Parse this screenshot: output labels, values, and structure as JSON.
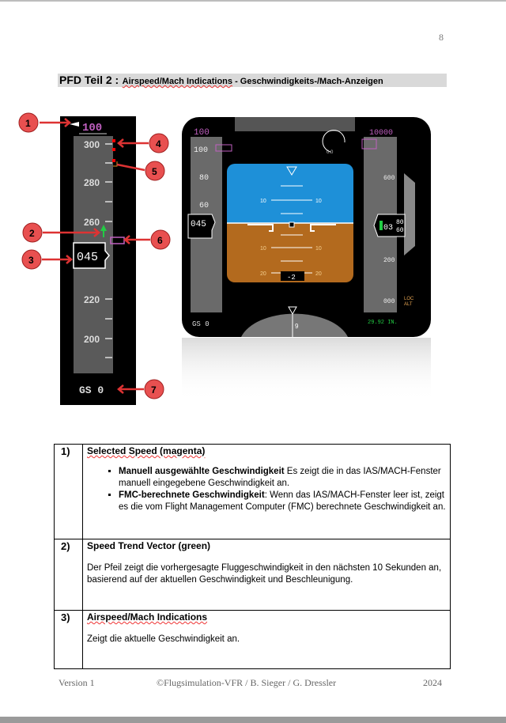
{
  "page_number": "8",
  "title": {
    "main": "PFD Teil 2 :",
    "sub_a": "Airspeed/Mach Indications",
    "sub_b": " - Geschwindigkeits-/Mach-Anzeigen"
  },
  "speed_tape": {
    "selected_speed": "100",
    "ticks": [
      "300",
      "280",
      "260",
      "220",
      "200"
    ],
    "current_speed": "045",
    "ground_speed": "GS 0"
  },
  "callouts": [
    "1",
    "2",
    "3",
    "4",
    "5",
    "6",
    "7"
  ],
  "pfd": {
    "selected_speed": "100",
    "speed_ticks": [
      "100",
      "80",
      "60"
    ],
    "current_speed": "045",
    "ground_speed": "GS 0",
    "selected_altitude": "10000",
    "alt_ticks": [
      "600",
      "200",
      "000"
    ],
    "current_altitude": "03",
    "alt_roll": [
      "80",
      "60"
    ],
    "pitch_labels": [
      "10",
      "10",
      "10",
      "10",
      "20",
      "20"
    ],
    "vs_readout": "-2",
    "baro": "29.92 IN.",
    "mode": [
      "LOC",
      "ALT"
    ],
    "gauge_value": "0.0",
    "heading_mark": "9"
  },
  "table": [
    {
      "num": "1)",
      "heading": "Selected Speed (magenta)",
      "bullets": [
        {
          "bold": "Manuell ausgewählte Geschwindigkeit",
          "text": " Es zeigt die in das IAS/MACH-Fenster  manuell  eingegebene  Geschwindigkeit  an."
        },
        {
          "bold": "FMC-berechnete Geschwindigkeit",
          "text": ": Wenn das IAS/MACH-Fenster  leer ist, zeigt es die vom Flight  Management  Computer  (FMC)  berechnete Geschwindigkeit an."
        }
      ]
    },
    {
      "num": "2)",
      "heading": "Speed Trend Vector (green)",
      "text": "Der Pfeil  zeigt  die  vorhergesagte Fluggeschwindigkeit  in den nächsten 10 Sekunden  an, basierend auf der aktuellen  Geschwindigkeit und Beschleunigung."
    },
    {
      "num": "3)",
      "heading": "Airspeed/Mach Indications",
      "text": "Zeigt  die  aktuelle  Geschwindigkeit  an."
    }
  ],
  "footer": {
    "left": "Version 1",
    "center": "©Flugsimulation-VFR / B. Sieger / G. Dressler",
    "right": "2024"
  },
  "colors": {
    "magenta": "#c060c0",
    "green": "#22cc44",
    "sky": "#1e90d8",
    "ground": "#b36a1e",
    "callout": "#e85050"
  }
}
